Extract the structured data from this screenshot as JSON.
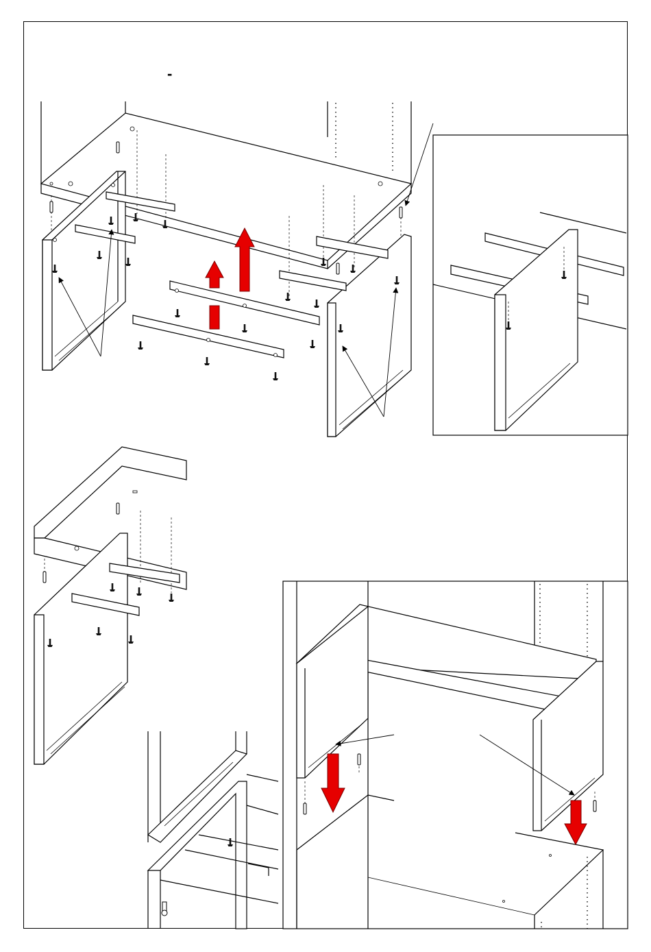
{
  "step_label": "-",
  "colors": {
    "line": "#000000",
    "arrow": "#e60000",
    "background": "#ffffff"
  },
  "icons": [
    "screw-icon",
    "dowel-icon",
    "red-arrow-up",
    "red-arrow-down",
    "pointer-arrow"
  ]
}
